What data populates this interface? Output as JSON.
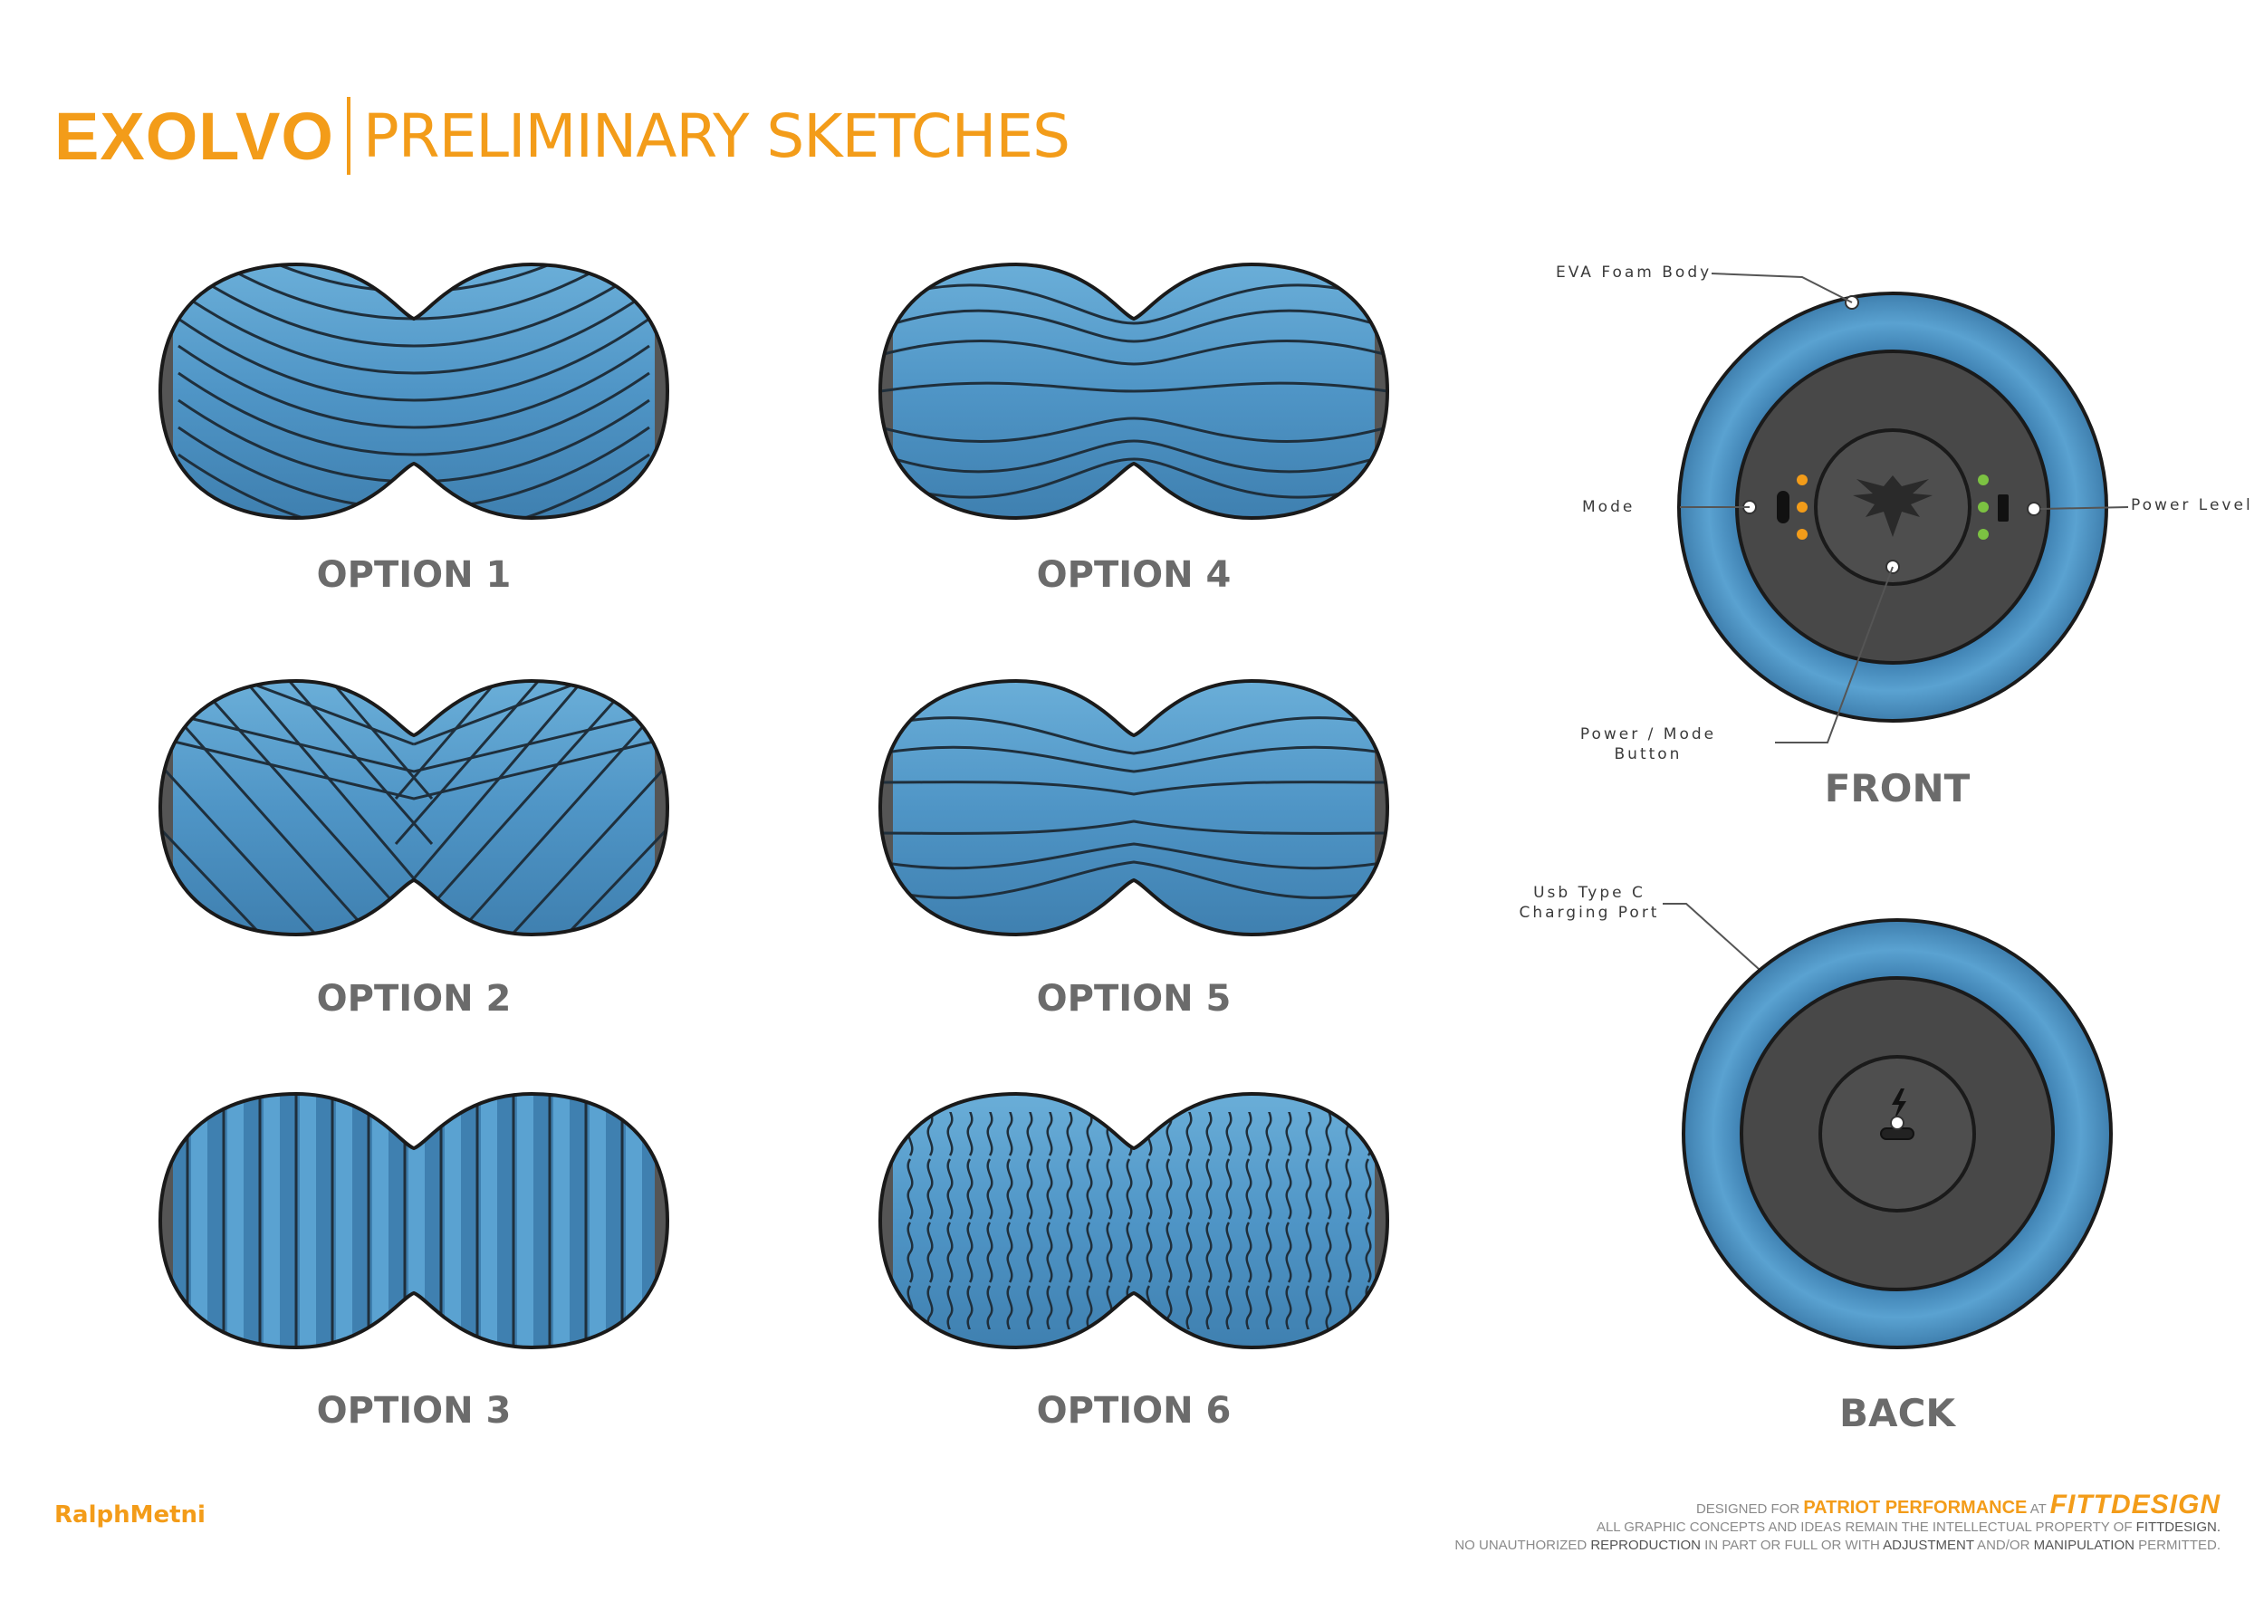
{
  "header": {
    "brand": "EXOLVO",
    "subtitle": "PRELIMINARY SKETCHES"
  },
  "options": [
    {
      "label": "OPTION 1",
      "pattern": "chevron-down"
    },
    {
      "label": "OPTION 2",
      "pattern": "v-stripes"
    },
    {
      "label": "OPTION 3",
      "pattern": "vertical-ribs"
    },
    {
      "label": "OPTION 4",
      "pattern": "horizontal-waves"
    },
    {
      "label": "OPTION 5",
      "pattern": "horizontal-bulge"
    },
    {
      "label": "OPTION 6",
      "pattern": "wavy-texture"
    }
  ],
  "views": {
    "front": {
      "label": "FRONT",
      "callouts": {
        "eva": "EVA Foam Body",
        "mode": "Mode",
        "power_level": "Power Level",
        "power_mode_1": "Power / Mode",
        "power_mode_2": "Button"
      }
    },
    "back": {
      "label": "BACK",
      "callouts": {
        "usb_1": "Usb Type C",
        "usb_2": "Charging Port"
      }
    }
  },
  "colors": {
    "accent": "#f39c19",
    "foam": "#4f95c6",
    "foam_dark": "#2f6f9f",
    "core": "#4b4b4b",
    "label": "#6b6b6b",
    "mode_led": "#f39c19",
    "power_led": "#7cc242"
  },
  "author": "RalphMetni",
  "footer": {
    "l1a": "DESIGNED FOR ",
    "l1b": "PATRIOT PERFORMANCE",
    "l1c": " AT ",
    "l1d": "FITTDESIGN",
    "l2a": "ALL GRAPHIC CONCEPTS AND IDEAS REMAIN THE INTELLECTUAL PROPERTY OF ",
    "l2b": "FITTDESIGN.",
    "l3a": "NO UNAUTHORIZED ",
    "l3b": "REPRODUCTION",
    "l3c": " IN PART OR FULL OR WITH ",
    "l3d": "ADJUSTMENT",
    "l3e": " AND/OR ",
    "l3f": "MANIPULATION",
    "l3g": " PERMITTED."
  }
}
